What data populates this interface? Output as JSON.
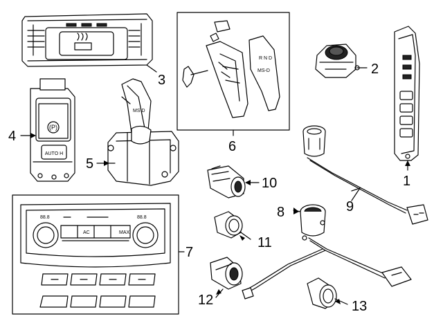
{
  "callouts": {
    "p1": "1",
    "p2": "2",
    "p3": "3",
    "p4": "4",
    "p5": "5",
    "p6": "6",
    "p7": "7",
    "p8": "8",
    "p9": "9",
    "p10": "10",
    "p11": "11",
    "p12": "12",
    "p13": "13"
  },
  "part_text": {
    "brake_auto_hold": "AUTO H",
    "brake_p_symbol": "(P)",
    "shifter_modes": "MS D",
    "lever_letters": "R N D",
    "lever_modes": "MS-D",
    "clim_temp_left": "88.8",
    "clim_temp_right": "88.8",
    "clim_max": "MAX",
    "clim_ac": "AC"
  }
}
